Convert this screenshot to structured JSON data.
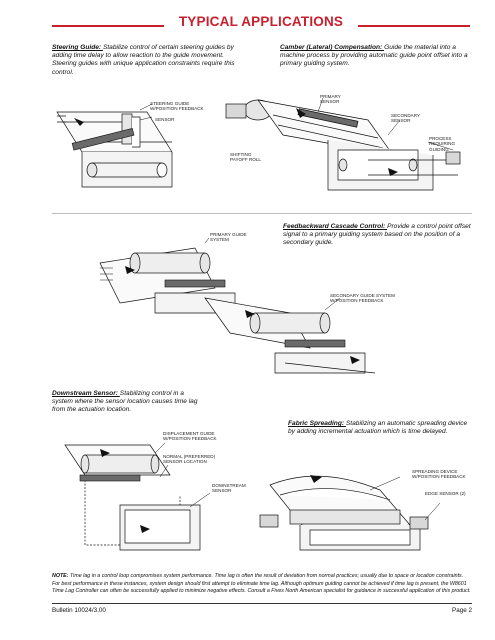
{
  "title": "TYPICAL APPLICATIONS",
  "sections": {
    "steering": {
      "heading": "Steering Guide:",
      "body": "Stabilize control of certain steering guides by adding time delay to allow reaction to the guide movement. Steering guides with unique application constraints require this control."
    },
    "camber": {
      "heading": "Camber (Lateral) Compensation:",
      "body": "Guide the material into a machine process by providing automatic guide point offset into a primary guiding system."
    },
    "cascade": {
      "heading": "Feedbackward Cascade Control:",
      "body": "Provide a control point offset signal to a primary guiding system based on the position of a secondary guide."
    },
    "downstream": {
      "heading": "Downstream Sensor:",
      "body": "Stabilizing control in a system where the sensor location causes time lag from the actuation location."
    },
    "fabric": {
      "heading": "Fabric Spreading:",
      "body": "Stabilizing an automatic spreading device by adding incremental actuation which is time delayed."
    }
  },
  "callouts": {
    "steering_feedback": "STEERING GUIDE W/POSITION FEEDBACK",
    "sensor": "SENSOR",
    "shifting_payoff": "SHIFTING PAYOFF ROLL",
    "primary_sensor": "PRIMARY SENSOR",
    "secondary_sensor": "SECONDARY SENSOR",
    "process_guiding": "PROCESS REQUIRING GUIDING",
    "primary_guide": "PRIMARY GUIDE SYSTEM",
    "secondary_guide": "SECONDARY GUIDE SYSTEM W/POSITION FEEDBACK",
    "displacement_guide": "DISPLACEMENT GUIDE W/POSITION FEEDBACK",
    "normal_location": "NORMAL (PREFERRED) SENSOR LOCATION",
    "downstream_sensor": "DOWNSTREAM SENSOR",
    "spreading_device": "SPREADING DEVICE W/POSITION FEEDBACK",
    "edge_sensor": "EDGE SENSOR (2)"
  },
  "note": {
    "label": "NOTE:",
    "text": "Time lag in a control loop compromises system performance. Time lag is often the result of deviation from normal practices; usually due to space or location constraints. For best performance in these instances, system design should first attempt to eliminate time lag. Although optimum guiding cannot be achieved if time lag is present, the W8601 Time Lag Controller can often be successfully applied to minimize negative effects. Consult a Fives North American specialist for guidance in successful application of this product."
  },
  "footer": {
    "bulletin": "Bulletin 10024/3.00",
    "page": "Page 2"
  },
  "colors": {
    "accent": "#c8202c",
    "ink": "#111111",
    "roller": "#e6e6e6",
    "guide": "#6a6a6a"
  }
}
